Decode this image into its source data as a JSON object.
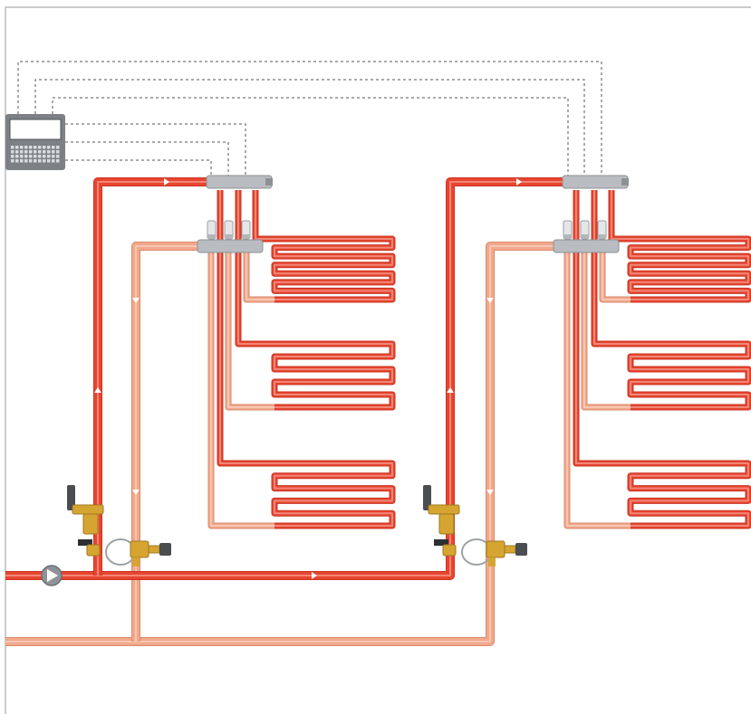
{
  "colors": {
    "supply": "#e8452f",
    "supply_dark": "#c93422",
    "return": "#f2a88a",
    "return_dark": "#d98a6d",
    "manifold": "#b9bcc0",
    "manifold_dark": "#8d9196",
    "control_line": "#555555",
    "controller_body": "#7d8186",
    "brass": "#d6a531",
    "valve_handle": "#4a4d52",
    "pump": "#8f9398"
  },
  "diagram": {
    "type": "hydronic-underfloor-heating-schematic",
    "zones": 2,
    "loops_per_zone": 3,
    "components": [
      "controller",
      "pump",
      "supply-manifold",
      "return-manifold",
      "zone-valve",
      "balancing-valve",
      "heating-loop"
    ],
    "icons": [
      "controller-icon",
      "pump-icon",
      "valve-handle-icon",
      "flow-arrow-icon"
    ]
  }
}
